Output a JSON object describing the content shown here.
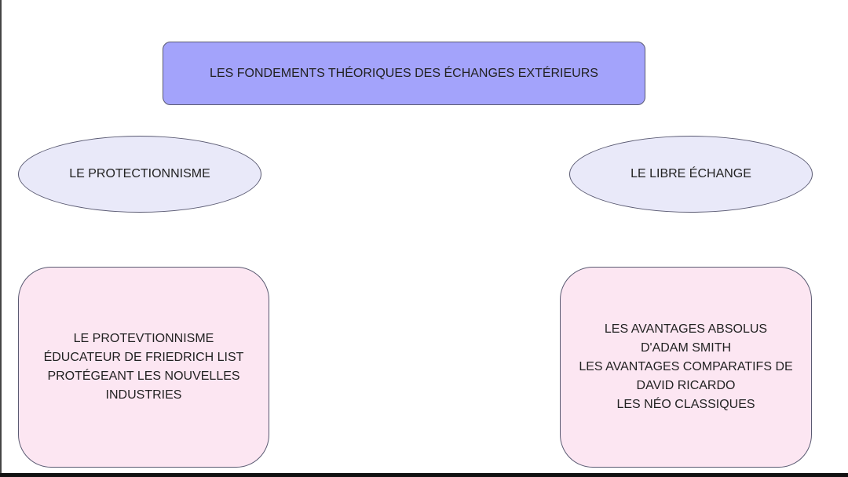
{
  "title": "LES FONDEMENTS THÉORIQUES DES ÉCHANGES EXTÉRIEURS",
  "branches": [
    {
      "label": "LE PROTECTIONNISME",
      "details": [
        "LE PROTEVTIONNISME",
        "ÉDUCATEUR DE FRIEDRICH LIST",
        "PROTÉGEANT LES NOUVELLES",
        "INDUSTRIES"
      ]
    },
    {
      "label": "LE LIBRE ÉCHANGE",
      "details": [
        "LES AVANTAGES ABSOLUS",
        "D'ADAM SMITH",
        "LES AVANTAGES COMPARATIFS DE",
        "DAVID RICARDO",
        "LES NÉO CLASSIQUES"
      ]
    }
  ],
  "colors": {
    "title_fill": "#a3a3fb",
    "ellipse_fill": "#e9e9f9",
    "box_fill": "#fce6f2"
  }
}
